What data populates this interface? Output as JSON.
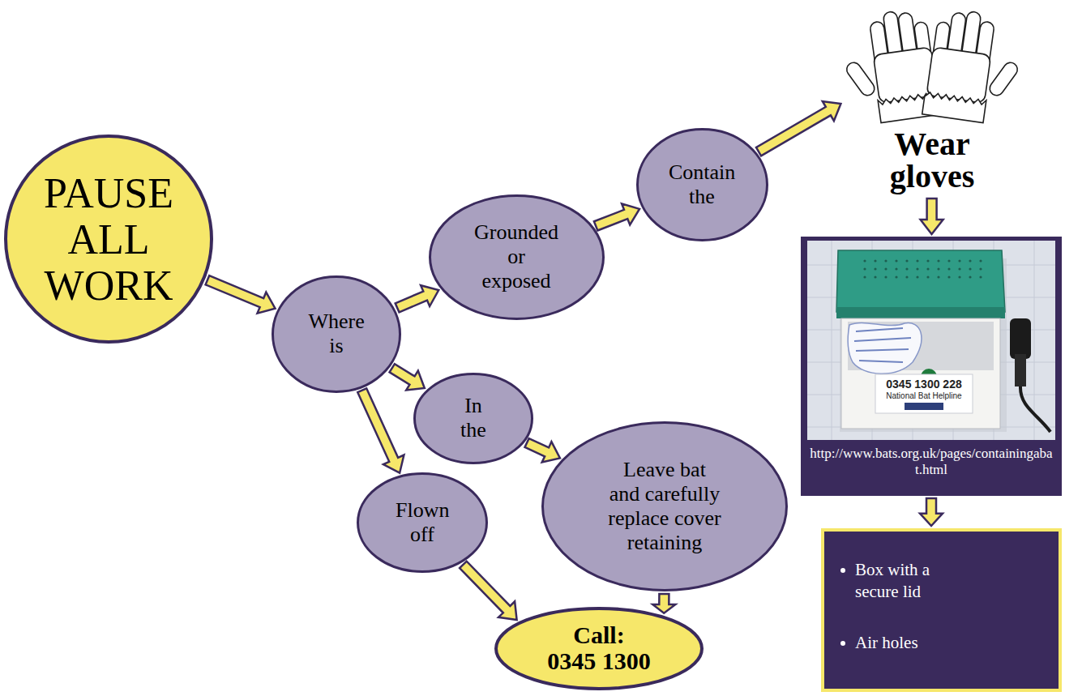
{
  "diagram": {
    "nodes": [
      {
        "text": [
          "PAUSE ALL WORK"
        ]
      },
      {
        "text": [
          "Where is"
        ]
      },
      {
        "text": [
          "Grounded or exposed"
        ]
      },
      {
        "text": [
          "Contain the"
        ]
      },
      {
        "text": [
          "Wear gloves"
        ]
      },
      {
        "text": [
          "http://www.bats.org.uk/pages/containingabat.html"
        ]
      },
      {
        "text": [
          "Box with a secure lid",
          "Air holes"
        ]
      },
      {
        "text": [
          "In the"
        ]
      },
      {
        "text": [
          "Flown off"
        ]
      },
      {
        "text": [
          "Leave bat and carefully replace cover retaining"
        ]
      },
      {
        "text": [
          "Call: 0345 1300"
        ]
      }
    ],
    "edges": [
      {
        "from": 0,
        "to": 1,
        "arrow": "to"
      },
      {
        "from": 1,
        "to": 2,
        "arrow": "to"
      },
      {
        "from": 1,
        "to": 7,
        "arrow": "to"
      },
      {
        "from": 1,
        "to": 8,
        "arrow": "to"
      },
      {
        "from": 2,
        "to": 3,
        "arrow": "to"
      },
      {
        "from": 3,
        "to": 4,
        "arrow": "to"
      },
      {
        "from": 4,
        "to": 5,
        "arrow": "to"
      },
      {
        "from": 5,
        "to": 6,
        "arrow": "to"
      },
      {
        "from": 7,
        "to": 9,
        "arrow": "to"
      },
      {
        "from": 8,
        "to": 10,
        "arrow": "to"
      },
      {
        "from": 9,
        "to": 10,
        "arrow": "to"
      }
    ],
    "labels": [
      "0345 1300 228",
      "National Bat Helpline"
    ]
  }
}
